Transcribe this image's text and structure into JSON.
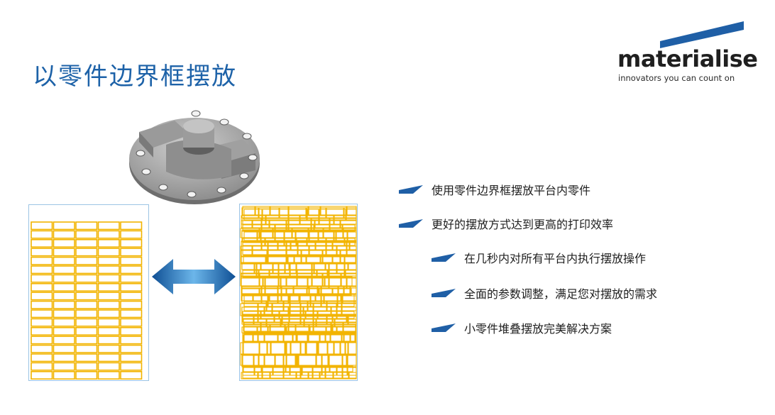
{
  "slide": {
    "title": "以零件边界框摆放",
    "bullets": [
      {
        "text": "使用零件边界框摆放平台内零件",
        "level": 1
      },
      {
        "text": "更好的摆放方式达到更高的打印效率",
        "level": 1
      },
      {
        "text": "在几秒内对所有平台内执行摆放操作",
        "level": 2
      },
      {
        "text": "全面的参数调整，满足您对摆放的需求",
        "level": 2
      },
      {
        "text": "小零件堆叠摆放完美解决方案",
        "level": 2
      }
    ]
  },
  "brand": {
    "name": "materialise",
    "tagline": "innovators you can count on"
  },
  "colors": {
    "title": "#1d62a8",
    "bullet_marker": "#1f5fa6",
    "bounding_box": "#f2b400",
    "platform_border": "#9cc4e4",
    "arrow": "#1a6fb8",
    "logo_stripe": "#1f5fa6"
  },
  "icons": {
    "bullet": "wedge-bullet-icon",
    "arrow": "double-arrow-icon",
    "part": "flanged-part-3d-icon"
  },
  "figure": {
    "left_grid": {
      "columns": 5,
      "rows": 18
    },
    "right_packing": "dense-stacked"
  }
}
